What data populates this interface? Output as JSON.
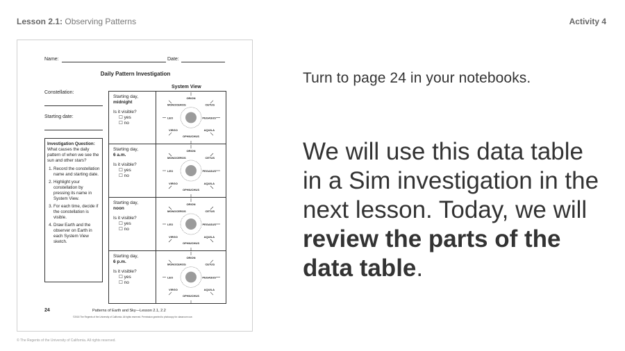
{
  "header": {
    "lesson_prefix": "Lesson 2.1:",
    "lesson_title": "Observing Patterns",
    "activity": "Activity 4"
  },
  "copyright": "© The Regents of the University of California. All rights reserved.",
  "notebook_page": {
    "name_label": "Name:",
    "date_label": "Date:",
    "title": "Daily Pattern Investigation",
    "system_view_label": "System View",
    "constellation_label": "Constellation:",
    "starting_date_label": "Starting date:",
    "investigation": {
      "title": "Investigation Question:",
      "question": "What causes the daily pattern of when we see the sun and other stars?",
      "steps": [
        "Record the constellation name and starting date.",
        "Highlight your constellation by pressing its name in System View.",
        "For each time, decide if the constellation is visible.",
        "Draw Earth and the observer on Earth in each System View sketch."
      ]
    },
    "rows": [
      {
        "starting_day": "Starting day,",
        "time": "midnight",
        "visible_q": "Is it visible?",
        "yes": "yes",
        "no": "no"
      },
      {
        "starting_day": "Starting day,",
        "time": "6 a.m.",
        "visible_q": "Is it visible?",
        "yes": "yes",
        "no": "no"
      },
      {
        "starting_day": "Starting day,",
        "time": "noon",
        "visible_q": "Is it visible?",
        "yes": "yes",
        "no": "no"
      },
      {
        "starting_day": "Starting day,",
        "time": "6 p.m.",
        "visible_q": "Is it visible?",
        "yes": "yes",
        "no": "no"
      }
    ],
    "constellations": {
      "top": "ORION",
      "upper_left": "MONOCEROS",
      "upper_right": "CETUS",
      "left": "LEO",
      "right": "PEGASUS",
      "lower_left": "VIRGO",
      "lower_right": "AQUILA",
      "bottom": "OPHIUCHUS"
    },
    "page_number": "24",
    "footer_title": "Patterns of Earth and Sky—Lesson 2.1, 2.2",
    "footer_copyright": "©2018 The Regents of the University of California. All rights reserved. Permission granted to photocopy for classroom use."
  },
  "instructions": {
    "turn_to": "Turn to page 24 in your notebooks.",
    "body_prefix": "We will use this data table in a Sim investigation in the next lesson. Today, we will ",
    "body_bold": "review the parts of the data table",
    "body_suffix": "."
  }
}
